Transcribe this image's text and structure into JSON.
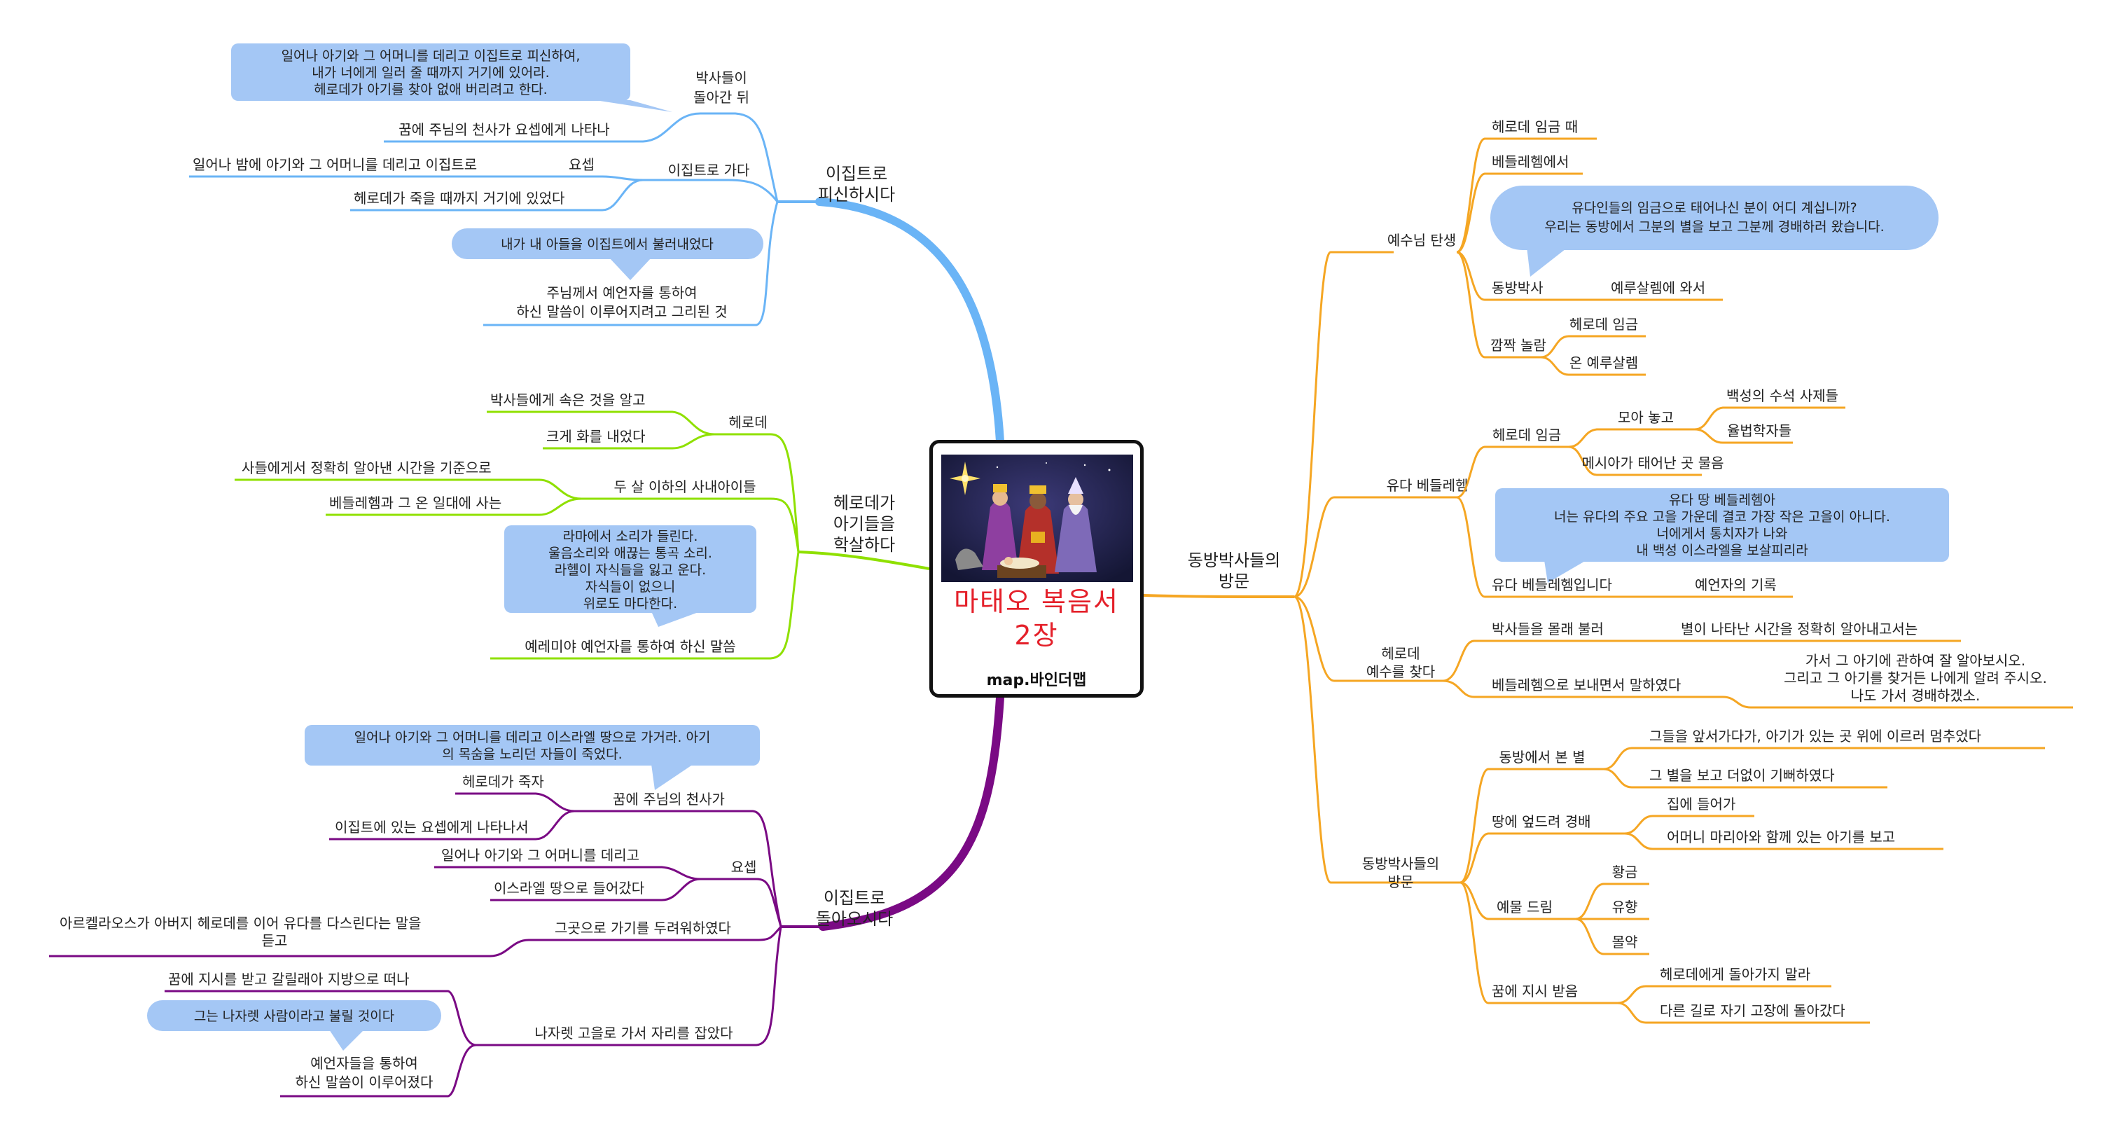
{
  "center": {
    "title_line1": "마태오 복음서",
    "title_line2": "2장",
    "brand": "map.바인더맵"
  },
  "colors": {
    "blue": "#6ab4f6",
    "green": "#8fe000",
    "purple": "#7a0a84",
    "orange": "#f5a623",
    "note": "#a4c7f5"
  },
  "left": {
    "egypt_flee": {
      "title": [
        "이집트로",
        "피신하시다"
      ],
      "magi_left": [
        "박사들이",
        "돌아간 뒤"
      ],
      "magi_note": [
        "일어나 아기와 그 어머니를 데리고 이집트로 피신하여,",
        "내가 너에게 일러 줄 때까지 거기에 있어라.",
        "헤로데가 아기를 찾아 없애 버리려고 한다."
      ],
      "angel": "꿈에 주님의 천사가 요셉에게 나타나",
      "go_egypt": "이집트로 가다",
      "night": "일어나 밤에 아기와 그 어머니를 데리고 이집트로",
      "joseph": "요셉",
      "stay": "헤로데가 죽을 때까지 거기에 있었다",
      "prophecy_note": "내가 내 아들을 이집트에서 불러내었다",
      "fulfil": [
        "주님께서 예언자를 통하여",
        "하신 말씀이 이루어지려고 그리된 것"
      ]
    },
    "massacre": {
      "title": [
        "헤로데가",
        "아기들을",
        "학살하다"
      ],
      "herod": "헤로데",
      "deceived": "박사들에게 속은 것을 알고",
      "angry": "크게 화를 내었다",
      "boys": "두 살 이하의 사내아이들",
      "time": "사들에게서 정확히 알아낸 시간을 기준으로",
      "region": "베들레헴과 그 온 일대에 사는",
      "rama_note": [
        "라마에서 소리가 들린다.",
        "울음소리와 애끊는 통곡 소리.",
        "라헬이 자식들을 잃고 운다.",
        "자식들이 없으니",
        "위로도 마다한다."
      ],
      "jeremiah": "예레미야 예언자를 통하여 하신 말씀"
    },
    "return": {
      "title": [
        "이집트로",
        "돌아오시다"
      ],
      "angel_note": [
        "일어나 아기와 그 어머니를 데리고 이스라엘 땅으로 가거라. 아기",
        "의 목숨을 노리던 자들이 죽었다."
      ],
      "angel": "꿈에 주님의 천사가",
      "herod_dead": "헤로데가 죽자",
      "appeared": "이집트에 있는 요셉에게 나타나서",
      "joseph": "요셉",
      "rise": "일어나 아기와 그 어머니를 데리고",
      "entered": "이스라엘 땅으로 들어갔다",
      "afraid": "그곳으로 가기를 두려워하였다",
      "archelaus": [
        "아르켈라오스가 아버지 헤로데를 이어 유다를 다스린다는 말을",
        "듣고"
      ],
      "nazareth": "나자렛 고을로 가서 자리를 잡았다",
      "galilee": "꿈에 지시를 받고 갈릴래아 지방으로 떠나",
      "nazarene_note": "그는 나자렛 사람이라고 불릴 것이다",
      "prophets": [
        "예언자들을 통하여",
        "하신 말씀이 이루어졌다"
      ]
    }
  },
  "right": {
    "title": [
      "동방박사들의",
      "방문"
    ],
    "birth": {
      "title": "예수님 탄생",
      "when": "헤로데 임금 때",
      "where": "베들레헴에서",
      "note": [
        "유다인들의 임금으로 태어나신 분이 어디 계십니까?",
        "우리는 동방에서 그분의 별을 보고 그분께 경배하러 왔습니다."
      ],
      "magi": "동방박사",
      "came": "예루살렘에 와서",
      "startled": "깜짝 놀람",
      "king": "헤로데 임금",
      "city": "온 예루살렘"
    },
    "judea": {
      "title": "유다 베들레헴",
      "king": "헤로데 임금",
      "gather": "모아 놓고",
      "priests": "백성의 수석 사제들",
      "scribes": "율법학자들",
      "asked": "메시아가 태어난 곳 물음",
      "note": [
        "유다 땅 베들레헴아",
        "너는 유다의 주요 고을 가운데 결코 가장 작은 고을이 아니다.",
        "너에게서 통치자가 나와",
        "내 백성 이스라엘을 보살피리라"
      ],
      "answer": "유다 베들레헴입니다",
      "record": "예언자의 기록"
    },
    "search": {
      "title": [
        "헤로데",
        "예수를 찾다"
      ],
      "secret": "박사들을 몰래 불러",
      "exact": "별이 나타난 시간을 정확히 알아내고서는",
      "send": "베들레헴으로 보내면서 말하였다",
      "words": [
        "가서 그 아기에 관하여 잘 알아보시오.",
        "그리고 그 아기를 찾거든 나에게 알려 주시오.",
        "나도 가서 경배하겠소."
      ]
    },
    "visit": {
      "title": [
        "동방박사들의",
        "방문"
      ],
      "star": "동방에서 본 별",
      "lead": "그들을 앞서가다가, 아기가 있는 곳 위에 이르러 멈추었다",
      "joy": "그 별을 보고 더없이 기뻐하였다",
      "worship": "땅에 엎드려 경배",
      "house": "집에 들어가",
      "mary": "어머니 마리아와 함께 있는 아기를 보고",
      "gifts": "예물 드림",
      "gold": "황금",
      "incense": "유향",
      "myrrh": "몰약",
      "dream": "꿈에 지시 받음",
      "not_return": "헤로데에게 돌아가지 말라",
      "other_road": "다른 길로 자기 고장에 돌아갔다"
    }
  }
}
